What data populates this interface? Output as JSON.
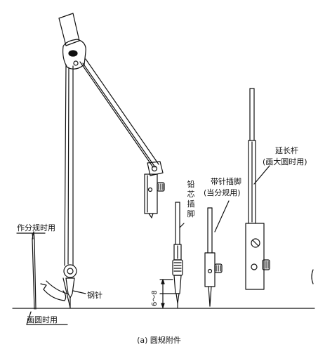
{
  "labels": {
    "extension_rod_name": "延长杆",
    "extension_rod_note": "(画大圆时用)",
    "needle_leg_name": "带针插脚",
    "needle_leg_note": "(当分规用)",
    "lead_leg": "铅芯插脚",
    "divider_use": "作分规时用",
    "circle_use": "画圆时用",
    "steel_needle": "钢针",
    "dimension": "6～8"
  },
  "caption": "(a) 圆规附件"
}
